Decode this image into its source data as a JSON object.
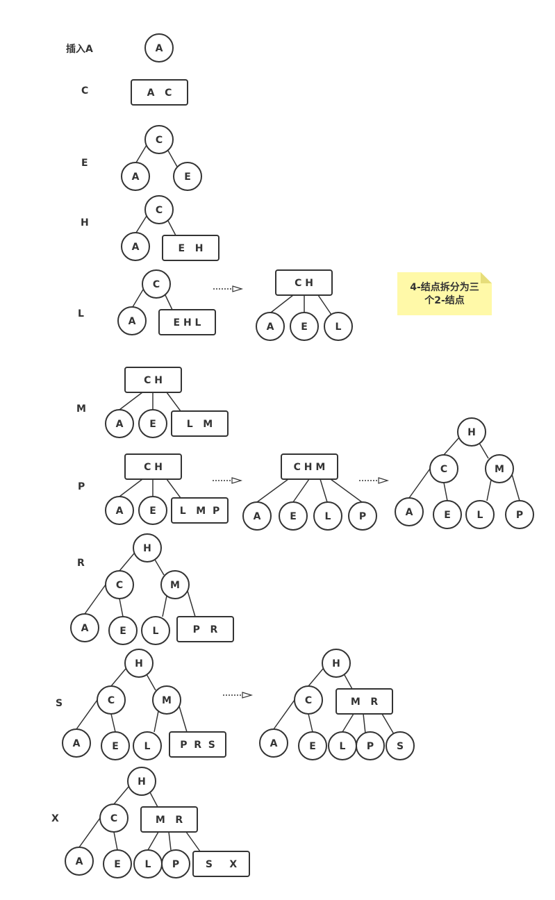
{
  "steps": [
    {
      "id": "step-a",
      "label": "插入A"
    },
    {
      "id": "step-c",
      "label": "C"
    },
    {
      "id": "step-e",
      "label": "E"
    },
    {
      "id": "step-h",
      "label": "H"
    },
    {
      "id": "step-l",
      "label": "L"
    },
    {
      "id": "step-m",
      "label": "M"
    },
    {
      "id": "step-p",
      "label": "P"
    },
    {
      "id": "step-r",
      "label": "R"
    },
    {
      "id": "step-s",
      "label": "S"
    },
    {
      "id": "step-x",
      "label": "X"
    }
  ],
  "note": {
    "lines": [
      "4-结点拆分为三",
      "个2-结点"
    ],
    "color": "#fff9a8",
    "fold_color": "#e6dd7a"
  },
  "nodes": [
    {
      "key": "a1",
      "text": "A"
    },
    {
      "key": "c1",
      "text": "A   C"
    },
    {
      "key": "e_root",
      "text": "C"
    },
    {
      "key": "e_a",
      "text": "A"
    },
    {
      "key": "e_e",
      "text": "E"
    },
    {
      "key": "h_root",
      "text": "C"
    },
    {
      "key": "h_a",
      "text": "A"
    },
    {
      "key": "h_eh",
      "text": "E   H"
    },
    {
      "key": "l_root",
      "text": "C"
    },
    {
      "key": "l_a",
      "text": "A"
    },
    {
      "key": "l_ehl",
      "text": "E H L"
    },
    {
      "key": "l2_root",
      "text": "C H"
    },
    {
      "key": "l2_a",
      "text": "A"
    },
    {
      "key": "l2_e",
      "text": "E"
    },
    {
      "key": "l2_l",
      "text": "L"
    },
    {
      "key": "m_root",
      "text": "C H"
    },
    {
      "key": "m_a",
      "text": "A"
    },
    {
      "key": "m_e",
      "text": "E"
    },
    {
      "key": "m_lm",
      "text": "L   M"
    },
    {
      "key": "p_root",
      "text": "C H"
    },
    {
      "key": "p_a",
      "text": "A"
    },
    {
      "key": "p_e",
      "text": "E"
    },
    {
      "key": "p_lmp",
      "text": "L   M  P"
    },
    {
      "key": "p2_root",
      "text": "C H M"
    },
    {
      "key": "p2_a",
      "text": "A"
    },
    {
      "key": "p2_e",
      "text": "E"
    },
    {
      "key": "p2_l",
      "text": "L"
    },
    {
      "key": "p2_p",
      "text": "P"
    },
    {
      "key": "p3_h",
      "text": "H"
    },
    {
      "key": "p3_c",
      "text": "C"
    },
    {
      "key": "p3_m",
      "text": "M"
    },
    {
      "key": "p3_a",
      "text": "A"
    },
    {
      "key": "p3_e",
      "text": "E"
    },
    {
      "key": "p3_l",
      "text": "L"
    },
    {
      "key": "p3_p",
      "text": "P"
    },
    {
      "key": "r_h",
      "text": "H"
    },
    {
      "key": "r_c",
      "text": "C"
    },
    {
      "key": "r_m",
      "text": "M"
    },
    {
      "key": "r_a",
      "text": "A"
    },
    {
      "key": "r_e",
      "text": "E"
    },
    {
      "key": "r_l",
      "text": "L"
    },
    {
      "key": "r_pr",
      "text": "P   R"
    },
    {
      "key": "s_h",
      "text": "H"
    },
    {
      "key": "s_c",
      "text": "C"
    },
    {
      "key": "s_m",
      "text": "M"
    },
    {
      "key": "s_a",
      "text": "A"
    },
    {
      "key": "s_e",
      "text": "E"
    },
    {
      "key": "s_l",
      "text": "L"
    },
    {
      "key": "s_prs",
      "text": "P  R  S"
    },
    {
      "key": "s2_h",
      "text": "H"
    },
    {
      "key": "s2_c",
      "text": "C"
    },
    {
      "key": "s2_mr",
      "text": "M   R"
    },
    {
      "key": "s2_a",
      "text": "A"
    },
    {
      "key": "s2_e",
      "text": "E"
    },
    {
      "key": "s2_l",
      "text": "L"
    },
    {
      "key": "s2_p",
      "text": "P"
    },
    {
      "key": "s2_s",
      "text": "S"
    },
    {
      "key": "x_h",
      "text": "H"
    },
    {
      "key": "x_c",
      "text": "C"
    },
    {
      "key": "x_mr",
      "text": "M   R"
    },
    {
      "key": "x_a",
      "text": "A"
    },
    {
      "key": "x_e",
      "text": "E"
    },
    {
      "key": "x_l",
      "text": "L"
    },
    {
      "key": "x_p",
      "text": "P"
    },
    {
      "key": "x_sx",
      "text": "S     X"
    }
  ]
}
